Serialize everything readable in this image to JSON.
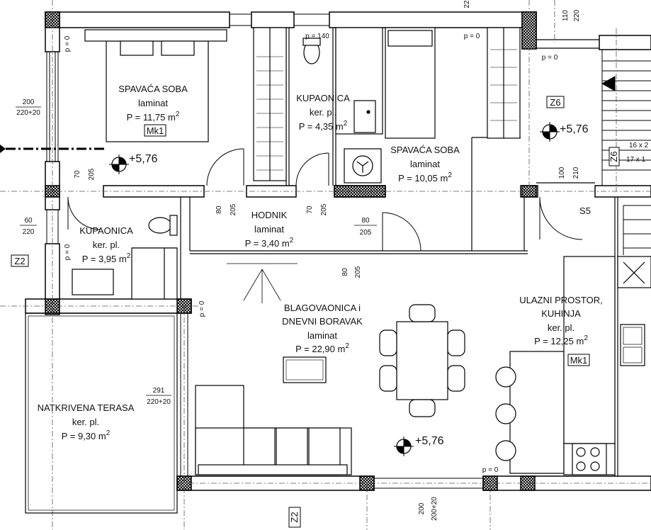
{
  "rooms": {
    "bedroom1": {
      "name": "SPAVAĆA SOBA",
      "floor": "laminat",
      "area": "P = 11,75 m",
      "sup": "2"
    },
    "bath1": {
      "name": "KUPAONICA",
      "floor": "ker. pl.",
      "area": "P = 4,35 m",
      "sup": "2"
    },
    "bedroom2": {
      "name": "SPAVAĆA SOBA",
      "floor": "laminat",
      "area": "P = 10,05 m",
      "sup": "2"
    },
    "bath2": {
      "name": "KUPAONICA",
      "floor": "ker. pl.",
      "area": "P = 3,95 m",
      "sup": "2"
    },
    "hall": {
      "name": "HODNIK",
      "floor": "laminat",
      "area": "P = 3,40 m",
      "sup": "2"
    },
    "living": {
      "name1": "BLAGOVAONICA i",
      "name2": "DNEVNI BORAVAK",
      "floor": "laminat",
      "area": "P = 22,90 m",
      "sup": "2"
    },
    "entry": {
      "name1": "ULAZNI PROSTOR,",
      "name2": "KUHINJA",
      "floor": "ker. pl.",
      "area": "P = 12,25 m",
      "sup": "2"
    },
    "terrace": {
      "name": "NATKRIVENA TERASA",
      "floor": "ker. pl.",
      "area": "P = 9,30 m",
      "sup": "2"
    }
  },
  "tags": {
    "mk1_a": "Mk1",
    "mk1_b": "Mk1",
    "z6_a": "Z6",
    "z6_b": "Z6",
    "z2_a": "Z2",
    "z2_b": "Z2",
    "s5": "S5"
  },
  "levels": {
    "l1": "+5,76",
    "l2": "+5,76",
    "l3": "+5,76"
  },
  "dims": {
    "d200_220": "200",
    "d200_220b": "220+20",
    "d60": "60",
    "d220": "220",
    "d291": "291",
    "d291b": "220+20",
    "d110": "110",
    "d220b": "220",
    "d16": "16 x 2",
    "d17": "17 x 1",
    "d200b": "200",
    "d200bb": "200+20",
    "p0a": "p = 0",
    "p0b": "p = 0",
    "p0c": "p = 0",
    "p0d": "p = 0",
    "p0e": "p = 0",
    "p0f": "p = 0",
    "p140": "p = 140",
    "d22": "22",
    "door70a": "70",
    "door205a": "205",
    "door80a": "80",
    "door205b": "205",
    "door70b": "70",
    "door205c": "205",
    "door80b": "80",
    "door205d": "205",
    "door80c": "80",
    "door205e": "205",
    "door100": "100",
    "door210": "210"
  }
}
